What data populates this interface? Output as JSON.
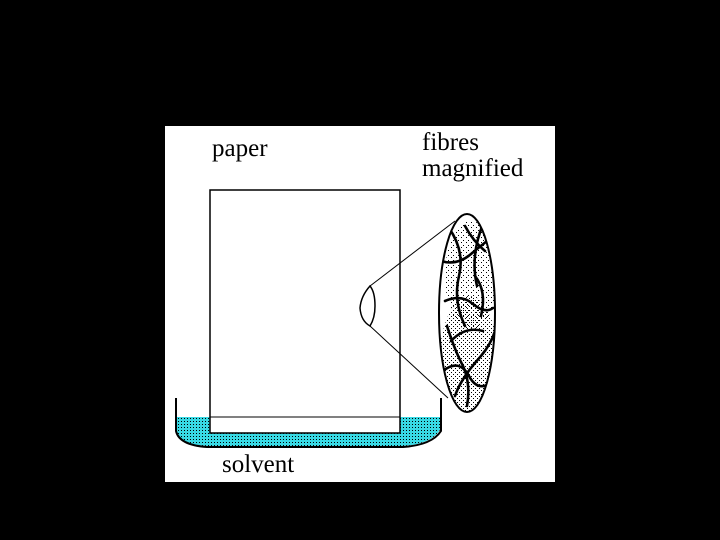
{
  "labels": {
    "paper": "paper",
    "fibres_line1": "fibres",
    "fibres_line2": "magnified",
    "solvent": "solvent"
  },
  "colors": {
    "background": "#000000",
    "panel": "#ffffff",
    "solvent": "#38d9e4",
    "ink": "#000000"
  }
}
